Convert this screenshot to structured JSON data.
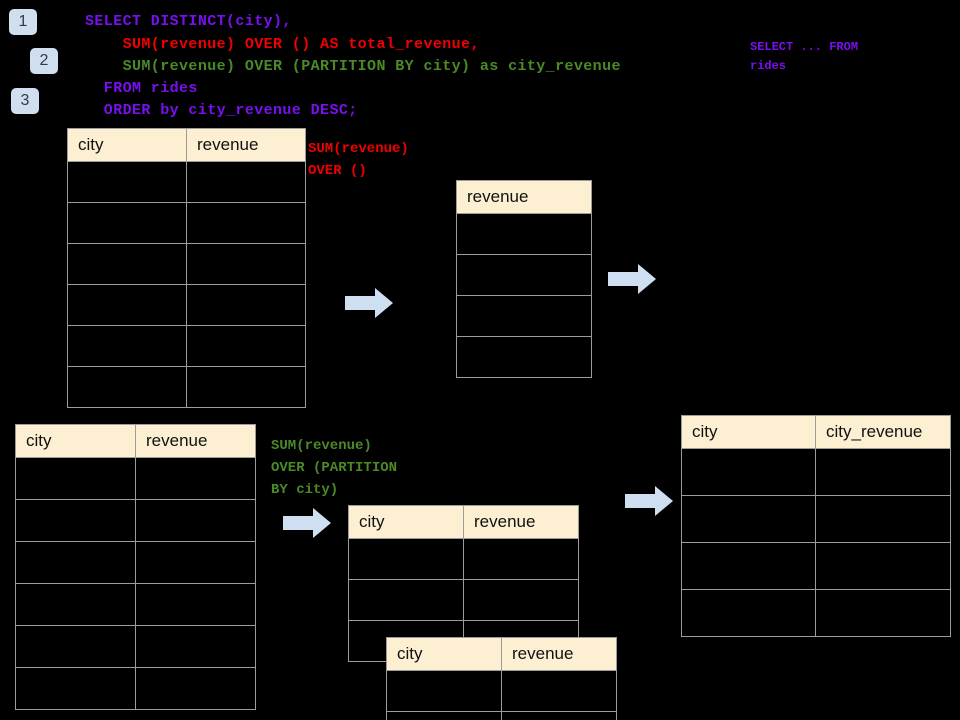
{
  "diagram": {
    "title": "SQL window function execution diagram",
    "background_color": "#000000",
    "header_color": "#fdf0d2",
    "badge_color": "#cfdfef",
    "arrow_color": "#cfdff2",
    "border_color": "#9d9d9d"
  },
  "badges": [
    {
      "label": "1"
    },
    {
      "label": "2"
    },
    {
      "label": "3"
    }
  ],
  "sql": {
    "line1": "SELECT DISTINCT(city),",
    "line2": "    SUM(revenue) OVER () AS total_revenue,",
    "line3": "    SUM(revenue) OVER (PARTITION BY city) as city_revenue",
    "line4": "  FROM rides",
    "line5": "  ORDER by city_revenue DESC;",
    "colors": {
      "keyword": "#7a0ff0",
      "total_revenue": "#f10000",
      "city_revenue": "#4a8a27"
    }
  },
  "annotations": {
    "select_from": "SELECT ... FROM\nrides",
    "sum_over_empty": "SUM(revenue)\nOVER ()",
    "sum_over_partition": "SUM(revenue)\nOVER (PARTITION\nBY city)"
  },
  "tables": {
    "source_top": {
      "name": "rides source table",
      "headers": [
        "city",
        "revenue"
      ],
      "row_count": 6
    },
    "total_revenue": {
      "name": "total revenue result",
      "headers": [
        "revenue"
      ],
      "row_count": 4
    },
    "source_bottom": {
      "name": "rides source table (partition branch)",
      "headers": [
        "city",
        "revenue"
      ],
      "row_count": 6
    },
    "partition_back": {
      "name": "partitioned group back",
      "headers": [
        "city",
        "revenue"
      ],
      "row_count": 3
    },
    "partition_front": {
      "name": "partitioned group front",
      "headers": [
        "city",
        "revenue"
      ],
      "row_count": 2
    },
    "final_result": {
      "name": "final distinct result",
      "headers": [
        "city",
        "city_revenue"
      ],
      "row_count": 4
    }
  },
  "arrows": [
    {
      "name": "arrow-top-left"
    },
    {
      "name": "arrow-top-right"
    },
    {
      "name": "arrow-bottom-left"
    },
    {
      "name": "arrow-bottom-right"
    }
  ]
}
